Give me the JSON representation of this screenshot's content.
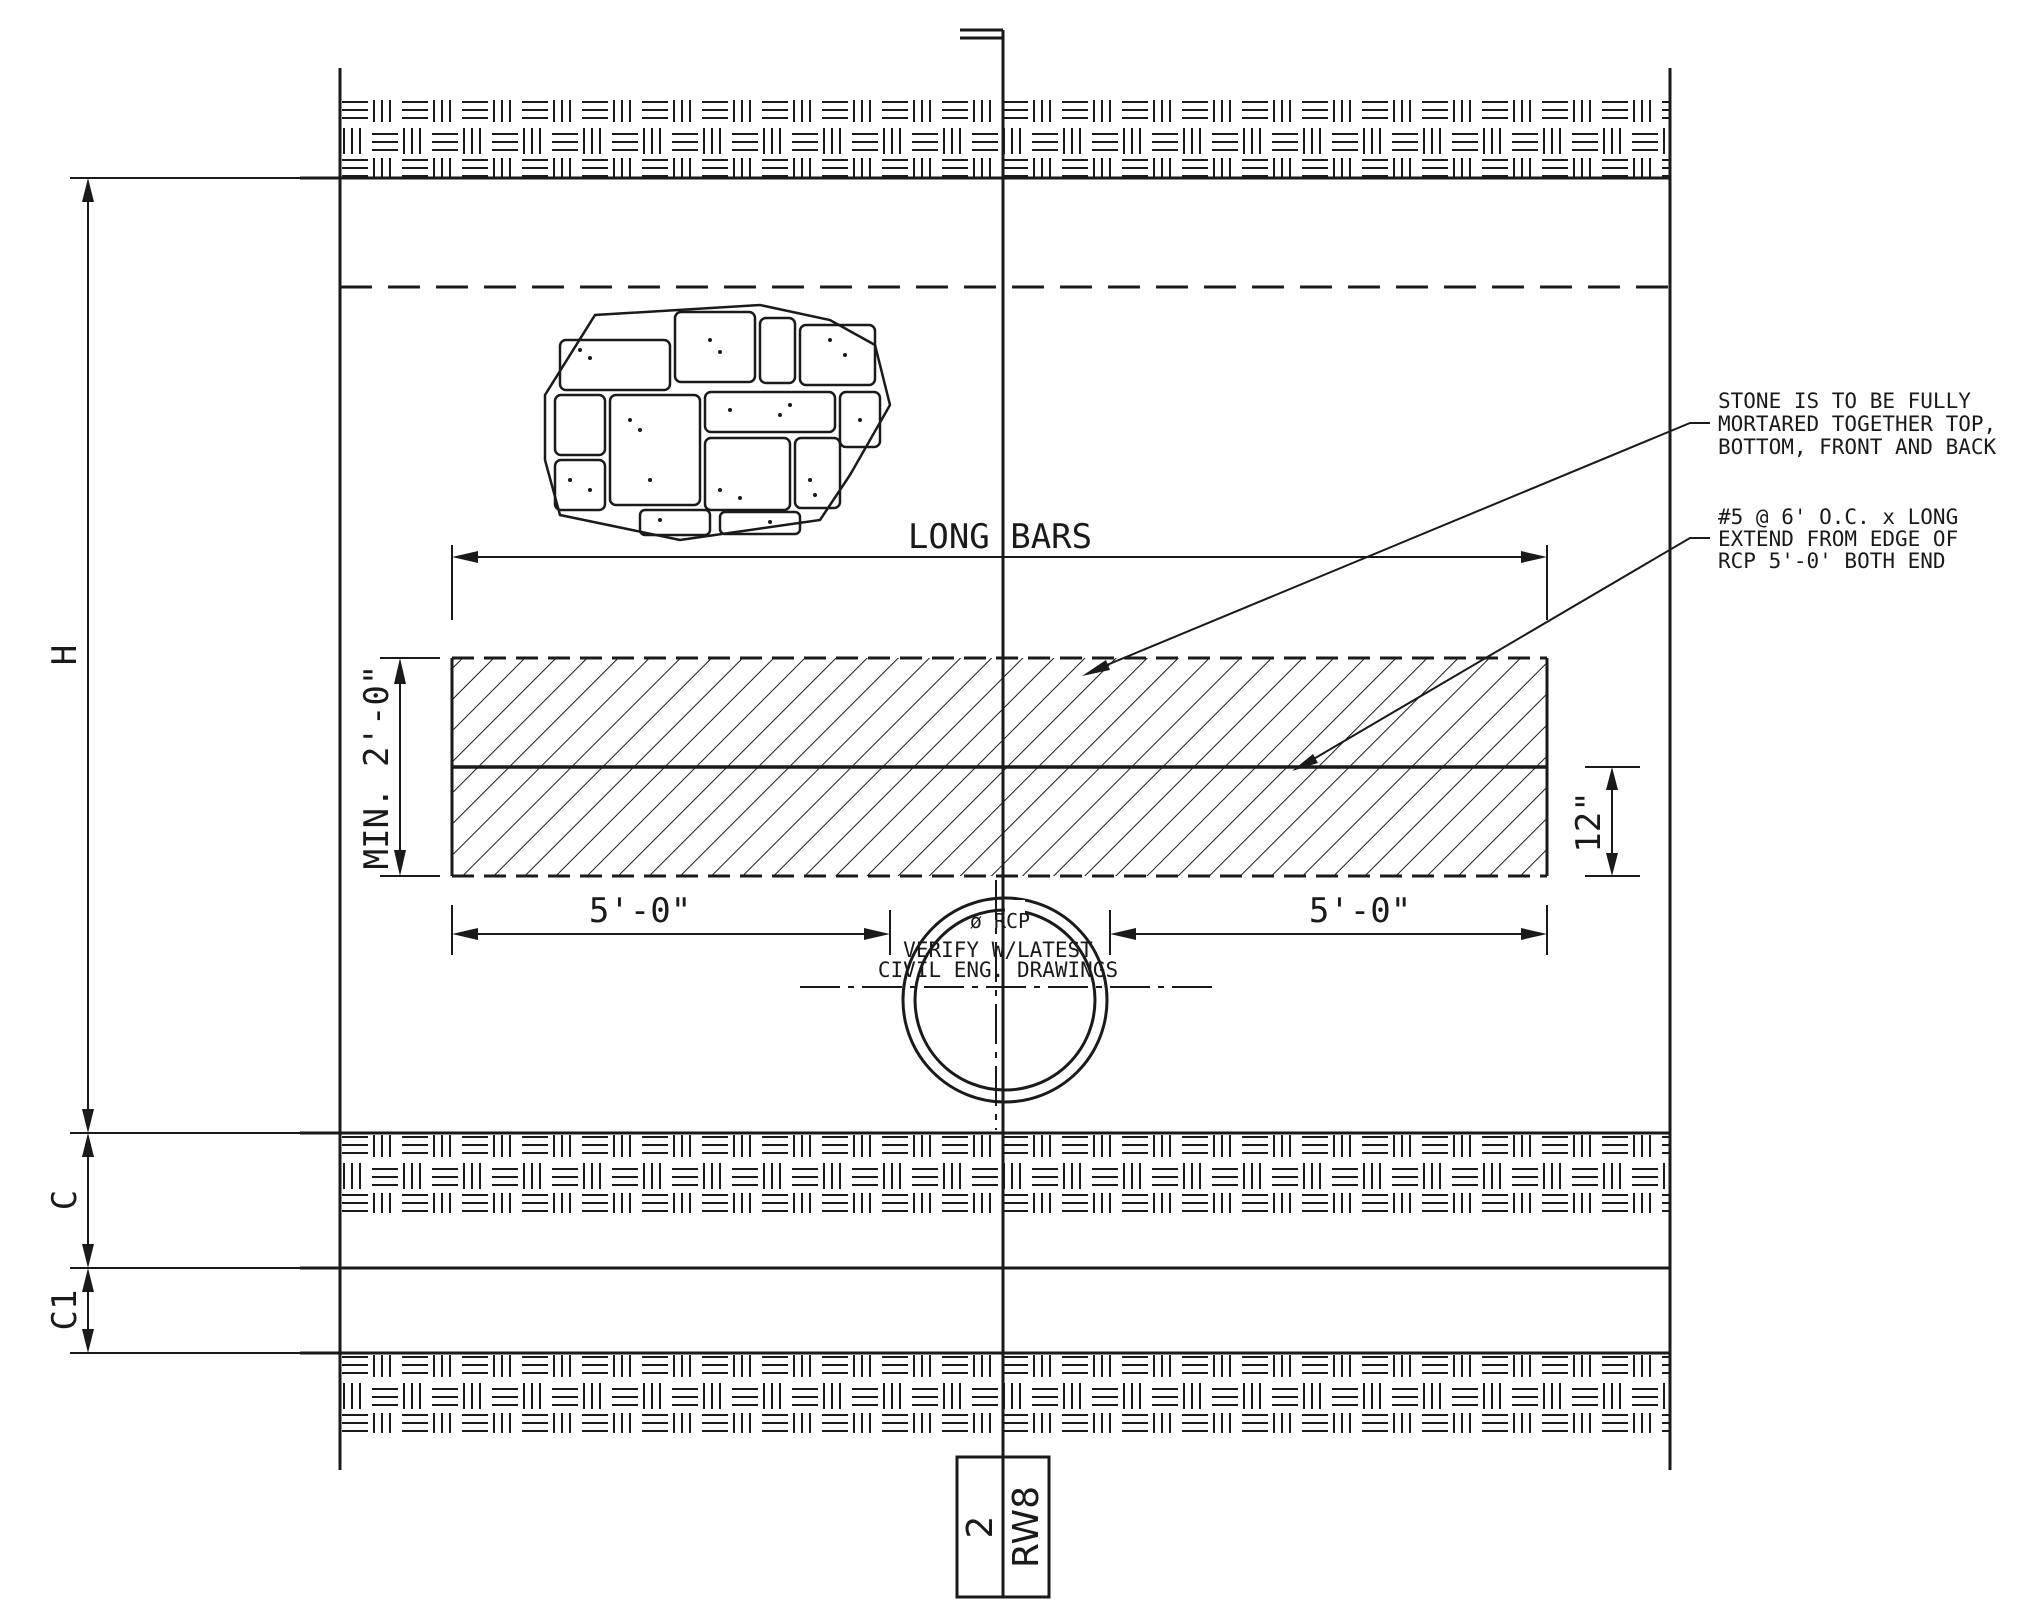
{
  "dimensions": {
    "height": "H",
    "cover": "C",
    "cover_lower": "C1",
    "min_height": "MIN. 2'-0\"",
    "bar_spacing": "12\"",
    "left_extension": "5'-0\"",
    "right_extension": "5'-0\""
  },
  "labels": {
    "long_bars": "LONG BARS",
    "pipe": "ø RCP",
    "verify_line1": "VERIFY W/LATEST",
    "verify_line2": "CIVIL ENG. DRAWINGS"
  },
  "notes": {
    "stone": [
      "STONE IS TO BE FULLY",
      "MORTARED TOGETHER TOP,",
      "BOTTOM, FRONT AND BACK"
    ],
    "rebar": [
      "#5 @ 6' O.C. x LONG",
      "EXTEND FROM EDGE OF",
      "RCP 5'-0' BOTH END"
    ]
  },
  "section_marker": {
    "number": "2",
    "sheet": "RW8"
  }
}
